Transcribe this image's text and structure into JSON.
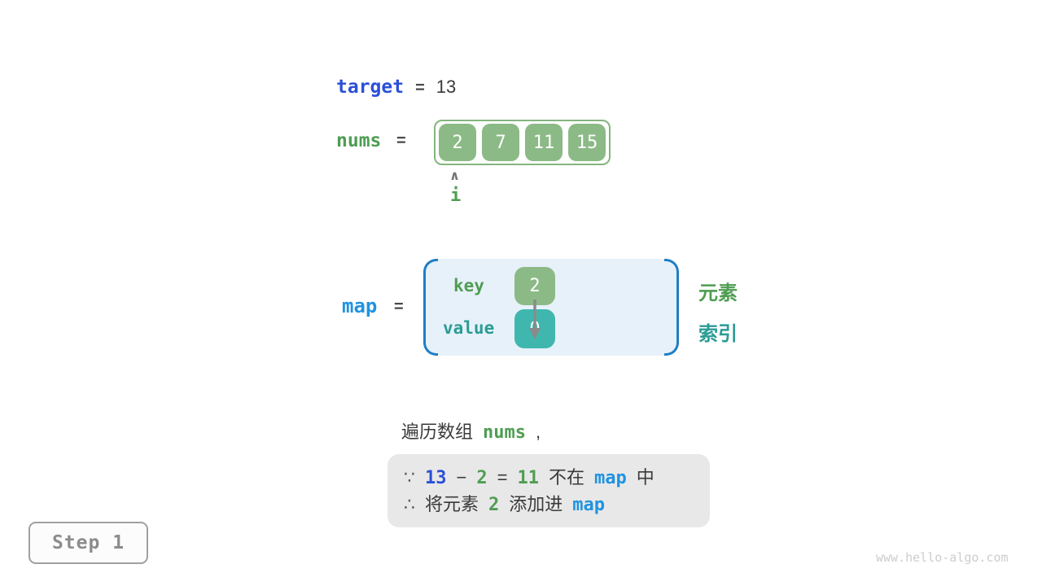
{
  "colors": {
    "royal_blue": "#2b50d8",
    "code_blue": "#2093e0",
    "bracket_blue": "#1f7ec4",
    "map_fill": "#e7f1fa",
    "green_text": "#4f9d53",
    "green_box": "#8cba86",
    "teal_text": "#2b9c95",
    "teal_box": "#3fb7af",
    "dark_text": "#3a3a3a",
    "note_box_fill": "#e8e8e8",
    "step_gray": "#8c8c8c"
  },
  "target_line": {
    "label": "target",
    "equals": "=",
    "value": "13"
  },
  "nums_line": {
    "label": "nums",
    "equals": "=",
    "cells": [
      "2",
      "7",
      "11",
      "15"
    ],
    "pointer_caret": "∧",
    "pointer_label": "i"
  },
  "map_section": {
    "label": "map",
    "equals": "=",
    "key_label": "key",
    "key_value": "2",
    "value_label": "value",
    "value_value": "0",
    "legend_element": "元素",
    "legend_index": "索引"
  },
  "caption": {
    "prefix": "遍历数组",
    "code": "nums",
    "comma": ","
  },
  "note_box": {
    "line1": {
      "because": "∵",
      "minuend": "13",
      "minus": "−",
      "subtrahend": "2",
      "equals": "=",
      "difference": "11",
      "not_in": "不在",
      "map": "map",
      "suffix": "中"
    },
    "line2": {
      "therefore": "∴",
      "text1": "将元素",
      "num": "2",
      "text2": "添加进",
      "map": "map"
    }
  },
  "step_badge": {
    "label": "Step 1"
  },
  "watermark": "www.hello-algo.com"
}
